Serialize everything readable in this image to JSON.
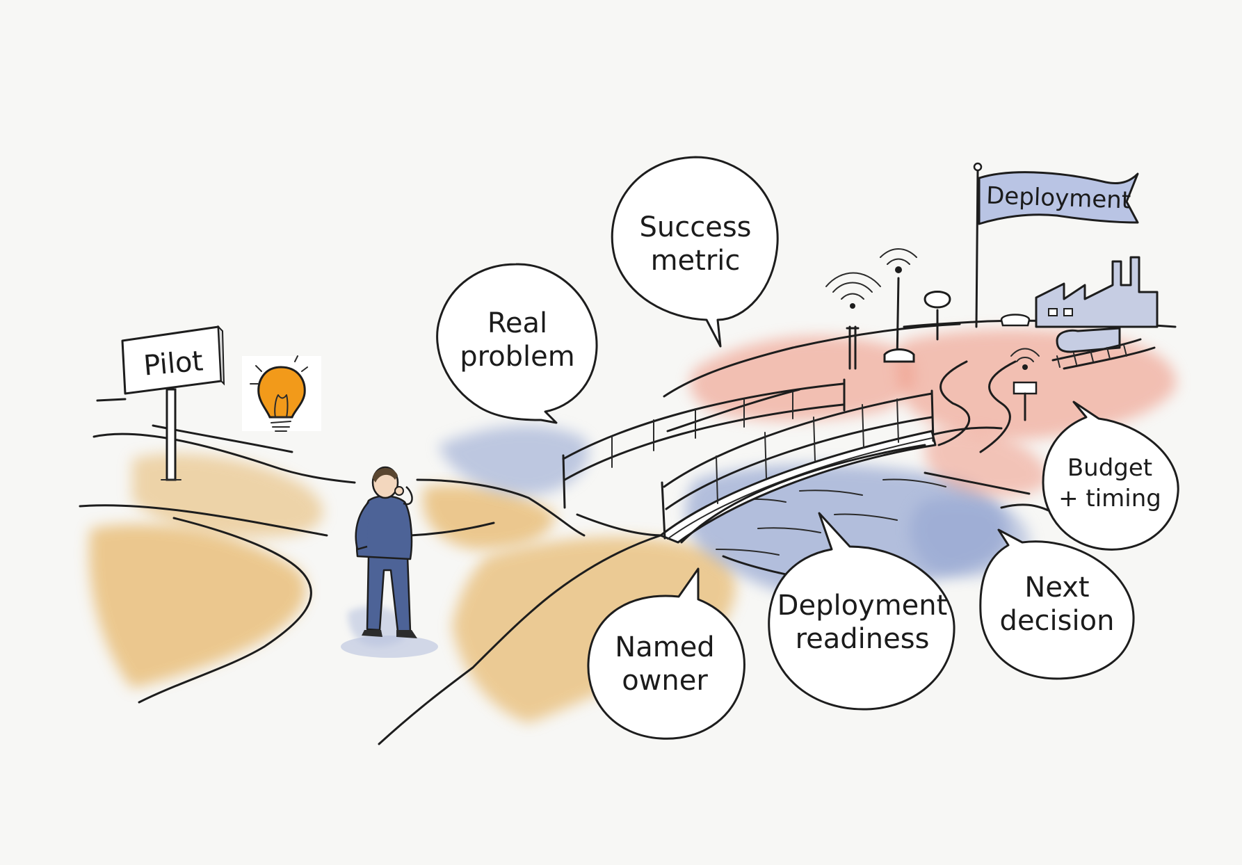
{
  "sign": {
    "label": "Pilot"
  },
  "flag": {
    "label": "Deployment"
  },
  "bubbles": {
    "real_problem": {
      "line1": "Real",
      "line2": "problem"
    },
    "success_metric": {
      "line1": "Success",
      "line2": "metric"
    },
    "named_owner": {
      "line1": "Named",
      "line2": "owner"
    },
    "deployment_readiness": {
      "line1": "Deployment",
      "line2": "readiness"
    },
    "next_decision": {
      "line1": "Next",
      "line2": "decision"
    },
    "budget_timing": {
      "line1": "Budget",
      "line2": "+ timing"
    }
  },
  "icons": [
    "lightbulb-icon",
    "person-icon",
    "bridge-icon",
    "antenna-icon",
    "factory-icon",
    "train-icon",
    "flag-icon",
    "signpost-icon"
  ],
  "colors": {
    "ochre_wash": "#e7b86c",
    "blue_wash": "#8ea0cf",
    "red_wash": "#ef9a86",
    "bulb_orange": "#f29a1a",
    "ink": "#1d1d1d",
    "figure_blue": "#4d6397",
    "flag_blue": "#b9c4e4"
  }
}
